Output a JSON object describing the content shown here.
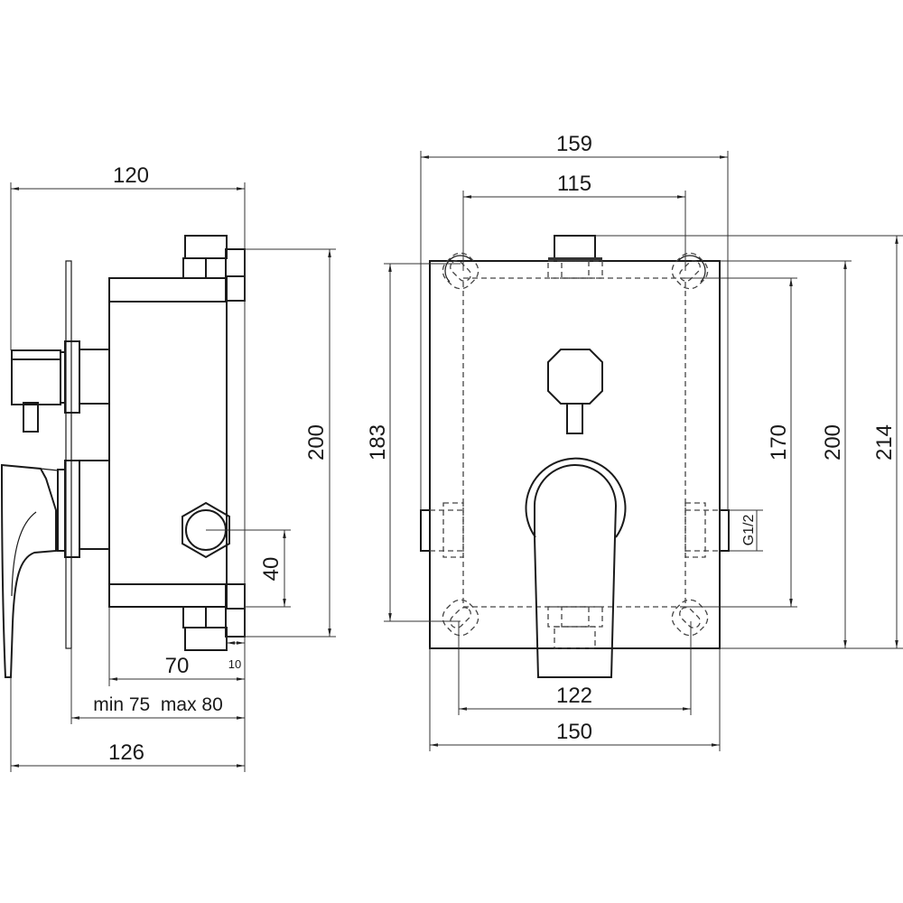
{
  "side_view": {
    "width_total": "120",
    "height": "200",
    "outlet_offset": "40",
    "fitting_offset": "10",
    "body_depth": "70",
    "install_depth": "min 75  max 80",
    "overall_depth": "126"
  },
  "front_view": {
    "outer_width": "159",
    "hole_spacing_top": "115",
    "height_holes": "183",
    "height_inner": "170",
    "height_plate": "200",
    "height_total": "214",
    "thread": "G1/2",
    "hole_spacing_bottom": "122",
    "plate_width": "150"
  }
}
